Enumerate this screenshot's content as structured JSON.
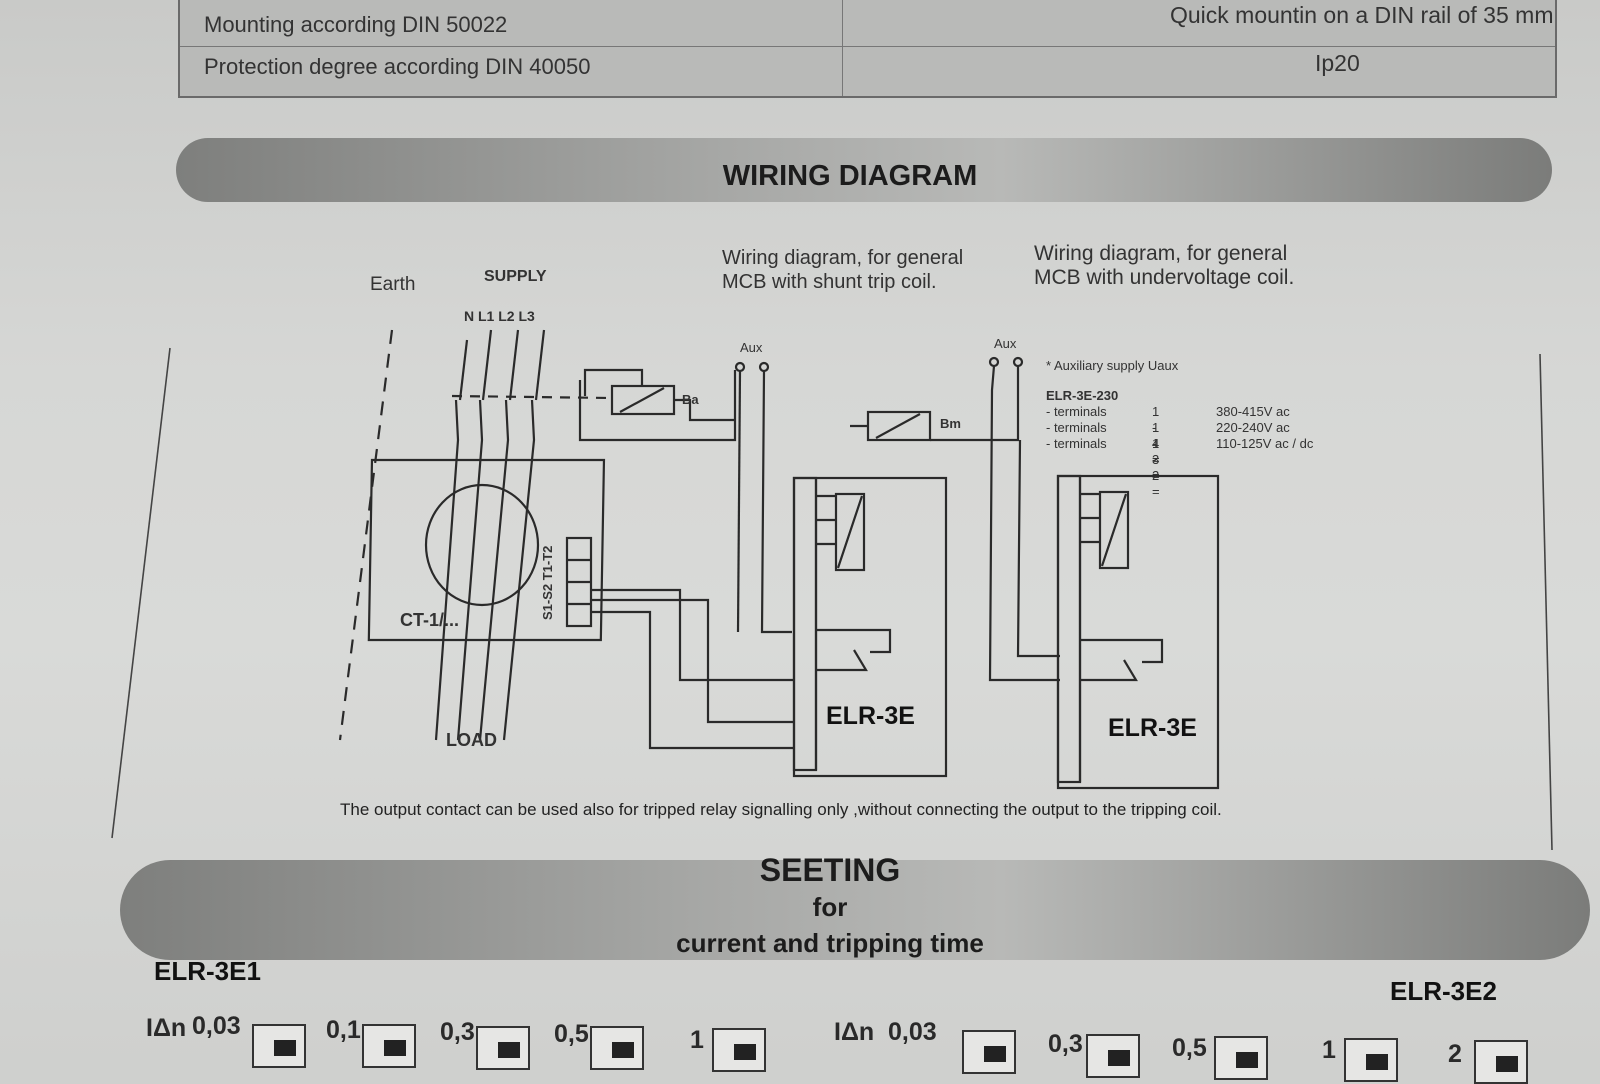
{
  "spec_table": {
    "rows": [
      {
        "label": "Mounting according DIN 50022",
        "value": "Quick mountin on a DIN rail  of 35 mm"
      },
      {
        "label": "Protection degree according DIN 40050",
        "value": "Ip20"
      }
    ]
  },
  "wiring_section": {
    "title": "WIRING DIAGRAM",
    "earth_label": "Earth",
    "supply_label": "SUPPLY",
    "phase_labels": "N  L1 L2 L3",
    "load_label": "LOAD",
    "ct_label": "CT-1/...",
    "ct_terminal_text": "S1-S2  T1-T2",
    "caption_shunt_line1": "Wiring diagram, for general",
    "caption_shunt_line2": "MCB with shunt trip coil.",
    "caption_under_line1": "Wiring diagram, for general",
    "caption_under_line2": "MCB with undervoltage coil.",
    "aux_label": "Aux",
    "ba_label": "Ba",
    "bm_label": "Bm",
    "relay_label": "ELR-3E",
    "aux_note": "* Auxiliary supply Uaux",
    "aux_model": "ELR-3E-230",
    "terminal_lines": [
      {
        "name": "- terminals",
        "pins": "1 - 4 =",
        "volts": "380-415V ac"
      },
      {
        "name": "- terminals",
        "pins": "1 - 3 =",
        "volts": "220-240V ac"
      },
      {
        "name": "- terminals",
        "pins": "1 - 2 =",
        "volts": "110-125V ac / dc"
      }
    ],
    "footnote": "The output contact can be used also for  tripped relay signalling only ,without connecting the output to the tripping coil."
  },
  "setting_section": {
    "title_line1": "SEETING",
    "title_line2": "for",
    "title_line3": "current  and tripping time",
    "left_model": "ELR-3E1",
    "right_model": "ELR-3E2",
    "left_row": {
      "label": "IΔn",
      "values": [
        "0,03",
        "0,1",
        "0,3",
        "0,5",
        "1"
      ]
    },
    "right_row": {
      "label": "IΔn",
      "values": [
        "0,03",
        "0,3",
        "0,5",
        "1",
        "2"
      ]
    }
  }
}
